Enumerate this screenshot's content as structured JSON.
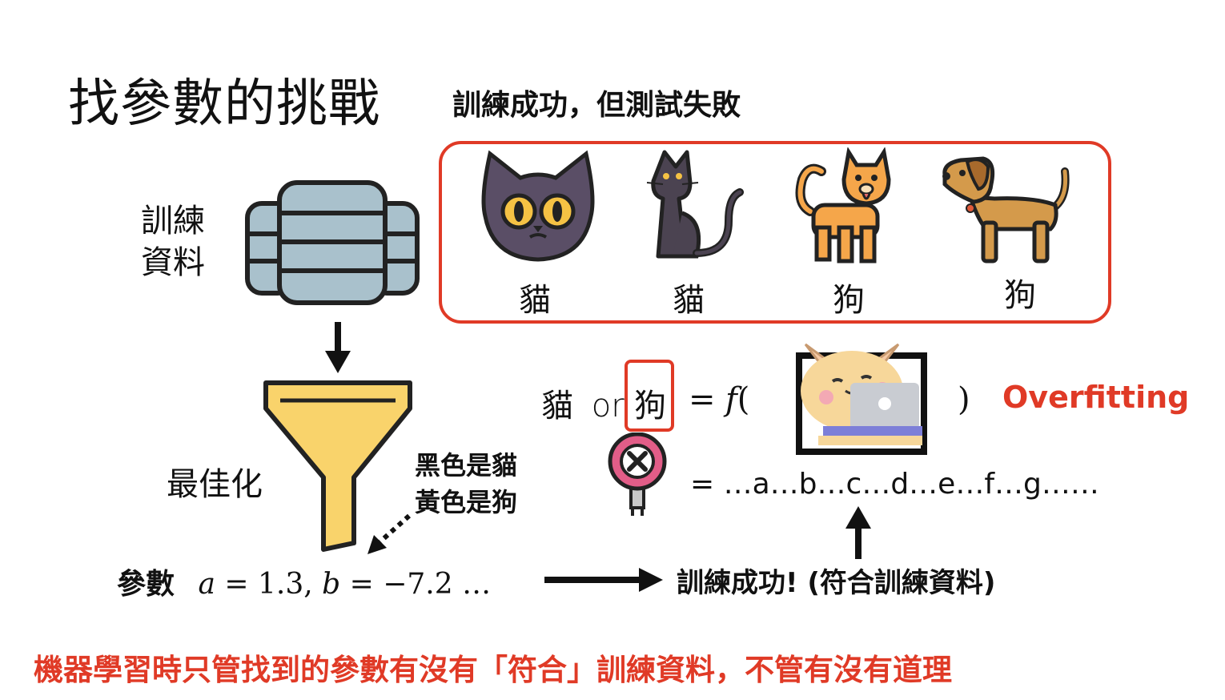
{
  "title": "找參數的挑戰",
  "subtitle": "訓練成功，但測試失敗",
  "training_data_label_line1": "訓練",
  "training_data_label_line2": "資料",
  "optimize_label": "最佳化",
  "hint_line1": "黑色是貓",
  "hint_line2": "黃色是狗",
  "params": {
    "label": "參數",
    "expression": "𝑎 = 1.3, 𝑏 = −7.2 …"
  },
  "result_text": "訓練成功! (符合訓練資料)",
  "samples": [
    {
      "label": "貓",
      "icon": "black-cat-face-icon"
    },
    {
      "label": "貓",
      "icon": "black-cat-sitting-icon"
    },
    {
      "label": "狗",
      "icon": "yellow-dog-front-icon"
    },
    {
      "label": "狗",
      "icon": "brown-dog-side-icon"
    }
  ],
  "formula": {
    "cat": "貓",
    "or": "or",
    "dog": "狗",
    "eq": "=",
    "f_open": "𝑓(",
    "close": ")",
    "expansion": "= …a…b…c…d…e…f…g……"
  },
  "overfitting_label": "Overfitting",
  "bottom_note": "機器學習時只管找到的參數有沒有「符合」訓練資料，不管有沒有道理",
  "colors": {
    "accent_red": "#e03a26",
    "database_blue": "#a9c1cc",
    "funnel_yellow": "#f9d36b"
  }
}
